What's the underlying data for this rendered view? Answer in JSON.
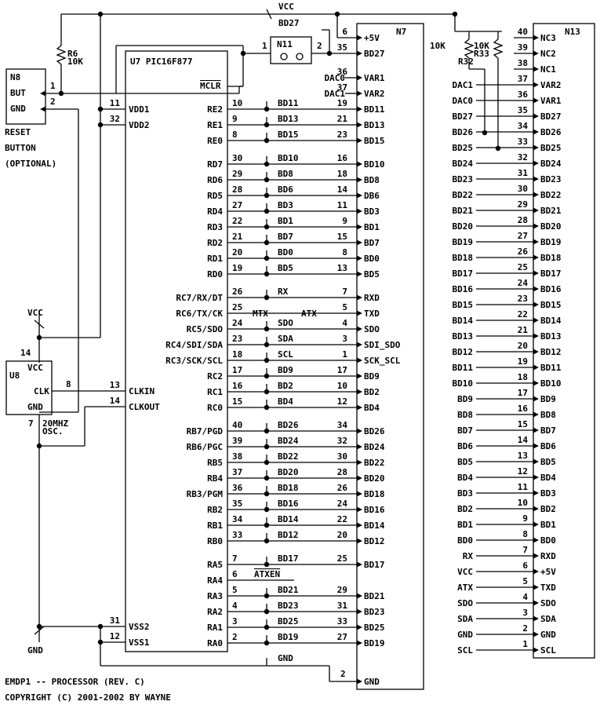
{
  "vcc_top": "VCC",
  "vcc_left": "VCC",
  "gnd_bottom": "GND",
  "gnd_bus": "GND",
  "footer": {
    "line1": "EMDP1 -- PROCESSOR (REV. C)",
    "line2": "COPYRIGHT (C) 2001-2002 BY WAYNE"
  },
  "r6": {
    "name": "R6",
    "value": "10K"
  },
  "r32": {
    "name": "R32",
    "value": "10K"
  },
  "r33": {
    "name": "R33",
    "value": "10K"
  },
  "n8": {
    "name": "N8",
    "pin_but": "BUT",
    "pin_gnd": "GND",
    "num_but": "1",
    "num_gnd": "2",
    "caption": [
      "RESET",
      "BUTTON",
      "(OPTIONAL)"
    ]
  },
  "u8": {
    "name": "U8",
    "pin_vcc": "VCC",
    "pin_clk": "CLK",
    "pin_gnd": "GND",
    "num_vcc": "14",
    "num_clk": "8",
    "num_gnd": "7",
    "caption": [
      "20MHZ",
      "OSC."
    ]
  },
  "n11": {
    "name": "N11",
    "pin_a": "1",
    "pin_b": "2"
  },
  "u7": {
    "name": "U7 PIC16F877",
    "left_pins": [
      {
        "num": "11",
        "label": "VDD1"
      },
      {
        "num": "32",
        "label": "VDD2"
      },
      {
        "num": "13",
        "label": "CLKIN"
      },
      {
        "num": "14",
        "label": "CLKOUT"
      },
      {
        "num": "31",
        "label": "VSS2"
      },
      {
        "num": "12",
        "label": "VSS1"
      }
    ],
    "mclr": {
      "num": "1",
      "label": "MCLR"
    },
    "right_pins": [
      {
        "label": "RE2",
        "num": "10",
        "net": "BD11",
        "n7": "19",
        "n7label": "BD11"
      },
      {
        "label": "RE1",
        "num": "9",
        "net": "BD13",
        "n7": "21",
        "n7label": "BD13"
      },
      {
        "label": "RE0",
        "num": "8",
        "net": "BD15",
        "n7": "23",
        "n7label": "BD15"
      },
      {
        "label": "RD7",
        "num": "30",
        "net": "BD10",
        "n7": "16",
        "n7label": "BD10"
      },
      {
        "label": "RD6",
        "num": "29",
        "net": "BD8",
        "n7": "18",
        "n7label": "BD8"
      },
      {
        "label": "RD5",
        "num": "28",
        "net": "BD6",
        "n7": "14",
        "n7label": "DB6"
      },
      {
        "label": "RD4",
        "num": "27",
        "net": "BD3",
        "n7": "11",
        "n7label": "BD3"
      },
      {
        "label": "RD3",
        "num": "22",
        "net": "BD1",
        "n7": "9",
        "n7label": "BD1"
      },
      {
        "label": "RD2",
        "num": "21",
        "net": "BD7",
        "n7": "15",
        "n7label": "BD7"
      },
      {
        "label": "RD1",
        "num": "20",
        "net": "BD0",
        "n7": "8",
        "n7label": "BD0"
      },
      {
        "label": "RD0",
        "num": "19",
        "net": "BD5",
        "n7": "13",
        "n7label": "BD5"
      },
      {
        "label": "RC7/RX/DT",
        "num": "26",
        "net": "RX",
        "n7": "7",
        "n7label": "RXD"
      },
      {
        "label": "RC6/TX/CK",
        "num": "25",
        "net": "MTX",
        "n7": "5",
        "n7label": "TXD",
        "net2": "ATX"
      },
      {
        "label": "RC5/SDO",
        "num": "24",
        "net": "SDO",
        "n7": "4",
        "n7label": "SDO"
      },
      {
        "label": "RC4/SDI/SDA",
        "num": "23",
        "net": "SDA",
        "n7": "3",
        "n7label": "SDI_SDO"
      },
      {
        "label": "RC3/SCK/SCL",
        "num": "18",
        "net": "SCL",
        "n7": "1",
        "n7label": "SCK_SCL"
      },
      {
        "label": "RC2",
        "num": "17",
        "net": "BD9",
        "n7": "17",
        "n7label": "BD9"
      },
      {
        "label": "RC1",
        "num": "16",
        "net": "BD2",
        "n7": "10",
        "n7label": "BD2"
      },
      {
        "label": "RC0",
        "num": "15",
        "net": "BD4",
        "n7": "12",
        "n7label": "BD4"
      },
      {
        "label": "RB7/PGD",
        "num": "40",
        "net": "BD26",
        "n7": "34",
        "n7label": "BD26"
      },
      {
        "label": "RB6/PGC",
        "num": "39",
        "net": "BD24",
        "n7": "32",
        "n7label": "BD24"
      },
      {
        "label": "RB5",
        "num": "38",
        "net": "BD22",
        "n7": "30",
        "n7label": "BD22"
      },
      {
        "label": "RB4",
        "num": "37",
        "net": "BD20",
        "n7": "28",
        "n7label": "BD20"
      },
      {
        "label": "RB3/PGM",
        "num": "36",
        "net": "BD18",
        "n7": "26",
        "n7label": "BD18"
      },
      {
        "label": "RB2",
        "num": "35",
        "net": "BD16",
        "n7": "24",
        "n7label": "BD16"
      },
      {
        "label": "RB1",
        "num": "34",
        "net": "BD14",
        "n7": "22",
        "n7label": "BD14"
      },
      {
        "label": "RB0",
        "num": "33",
        "net": "BD12",
        "n7": "20",
        "n7label": "BD12"
      },
      {
        "label": "RA5",
        "num": "7",
        "net": "BD17",
        "n7": "25",
        "n7label": "BD17"
      },
      {
        "label": "RA4",
        "num": "6",
        "net": "ATXEN",
        "n7": "",
        "n7label": ""
      },
      {
        "label": "RA3",
        "num": "5",
        "net": "BD21",
        "n7": "29",
        "n7label": "BD21"
      },
      {
        "label": "RA2",
        "num": "4",
        "net": "BD23",
        "n7": "31",
        "n7label": "BD23"
      },
      {
        "label": "RA1",
        "num": "3",
        "net": "BD25",
        "n7": "33",
        "n7label": "BD25"
      },
      {
        "label": "RA0",
        "num": "2",
        "net": "BD19",
        "n7": "27",
        "n7label": "BD19"
      }
    ]
  },
  "n7": {
    "name": "N7",
    "top_pins": [
      {
        "num": "6",
        "label": "+5V"
      },
      {
        "num": "35",
        "label": "BD27"
      },
      {
        "num": "36",
        "label": "VAR1",
        "net": "DAC0"
      },
      {
        "num": "37",
        "label": "VAR2",
        "net": "DAC1"
      }
    ],
    "gnd_pin": {
      "num": "2",
      "label": "GND"
    },
    "bd27_net": "BD27"
  },
  "n13": {
    "name": "N13",
    "pins": [
      {
        "net": "",
        "num": "40",
        "label": "NC3"
      },
      {
        "net": "",
        "num": "39",
        "label": "NC2"
      },
      {
        "net": "",
        "num": "38",
        "label": "NC1"
      },
      {
        "net": "DAC1",
        "num": "37",
        "label": "VAR2"
      },
      {
        "net": "DAC0",
        "num": "36",
        "label": "VAR1"
      },
      {
        "net": "BD27",
        "num": "35",
        "label": "BD27"
      },
      {
        "net": "BD26",
        "num": "34",
        "label": "BD26"
      },
      {
        "net": "BD25",
        "num": "33",
        "label": "BD25"
      },
      {
        "net": "BD24",
        "num": "32",
        "label": "BD24"
      },
      {
        "net": "BD23",
        "num": "31",
        "label": "BD23"
      },
      {
        "net": "BD22",
        "num": "30",
        "label": "BD22"
      },
      {
        "net": "BD21",
        "num": "29",
        "label": "BD21"
      },
      {
        "net": "BD20",
        "num": "28",
        "label": "BD20"
      },
      {
        "net": "BD19",
        "num": "27",
        "label": "BD19"
      },
      {
        "net": "BD18",
        "num": "26",
        "label": "BD18"
      },
      {
        "net": "BD17",
        "num": "25",
        "label": "BD17"
      },
      {
        "net": "BD16",
        "num": "24",
        "label": "BD16"
      },
      {
        "net": "BD15",
        "num": "23",
        "label": "BD15"
      },
      {
        "net": "BD14",
        "num": "22",
        "label": "BD14"
      },
      {
        "net": "BD13",
        "num": "21",
        "label": "BD13"
      },
      {
        "net": "BD12",
        "num": "20",
        "label": "BD12"
      },
      {
        "net": "BD11",
        "num": "19",
        "label": "BD11"
      },
      {
        "net": "BD10",
        "num": "18",
        "label": "BD10"
      },
      {
        "net": "BD9",
        "num": "17",
        "label": "BD9"
      },
      {
        "net": "BD8",
        "num": "16",
        "label": "BD8"
      },
      {
        "net": "BD7",
        "num": "15",
        "label": "BD7"
      },
      {
        "net": "BD6",
        "num": "14",
        "label": "BD6"
      },
      {
        "net": "BD5",
        "num": "13",
        "label": "BD5"
      },
      {
        "net": "BD4",
        "num": "12",
        "label": "BD4"
      },
      {
        "net": "BD3",
        "num": "11",
        "label": "BD3"
      },
      {
        "net": "BD2",
        "num": "10",
        "label": "BD2"
      },
      {
        "net": "BD1",
        "num": "9",
        "label": "BD1"
      },
      {
        "net": "BD0",
        "num": "8",
        "label": "BD0"
      },
      {
        "net": "RX",
        "num": "7",
        "label": "RXD"
      },
      {
        "net": "VCC",
        "num": "6",
        "label": "+5V"
      },
      {
        "net": "ATX",
        "num": "5",
        "label": "TXD"
      },
      {
        "net": "SDO",
        "num": "4",
        "label": "SDO"
      },
      {
        "net": "SDA",
        "num": "3",
        "label": "SDA"
      },
      {
        "net": "GND",
        "num": "2",
        "label": "GND"
      },
      {
        "net": "SCL",
        "num": "1",
        "label": "SCL"
      }
    ]
  }
}
